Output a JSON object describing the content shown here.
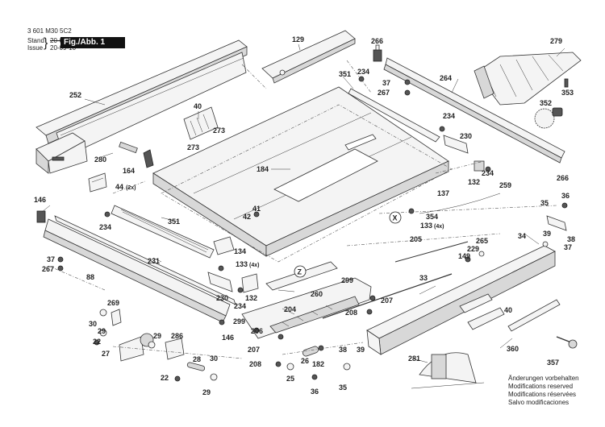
{
  "header": {
    "part_number": "3 601 M30 5C2",
    "stand_label": "Stand",
    "issue_label": "Issue",
    "stand_date": "20-06",
    "issue_date": "20-09-10",
    "figure_label": "Fig./Abb. 1"
  },
  "notes": [
    "Änderungen vorbehalten",
    "Modifications reserved",
    "Modifications réservées",
    "Salvo modificaciones"
  ],
  "callouts": {
    "c252": "252",
    "c129": "129",
    "c266a": "266",
    "c279": "279",
    "c351a": "351",
    "c234a": "234",
    "c37a": "37",
    "c267a": "267",
    "c264": "264",
    "c353": "353",
    "c352": "352",
    "c40a": "40",
    "c273a": "273",
    "c273b": "273",
    "c280": "280",
    "c164": "164",
    "c184": "184",
    "c234b": "234",
    "c230a": "230",
    "c234c": "234",
    "c132a": "132",
    "c266b": "266",
    "c44": "44",
    "c44q": "(2x)",
    "c137": "137",
    "c259": "259",
    "c146a": "146",
    "c42": "42",
    "c41": "41",
    "c351b": "351",
    "c234d": "234",
    "c354": "354",
    "c133a": "133",
    "c133aq": "(4x)",
    "c35a": "35",
    "c36a": "36",
    "c205": "205",
    "c265": "265",
    "c34": "34",
    "c39a": "39",
    "c38a": "38",
    "c37b": "37",
    "c229": "229",
    "c149": "149",
    "c134": "134",
    "c133b": "133",
    "c133bq": "(4x)",
    "c37c": "37",
    "c267b": "267",
    "c231": "231",
    "c88": "88",
    "c299a": "299",
    "c33": "33",
    "c260": "260",
    "c230b": "230",
    "c132b": "132",
    "c234e": "234",
    "c204": "204",
    "c208a": "208",
    "c207a": "207",
    "c40b": "40",
    "c269": "269",
    "c30a": "30",
    "c29a": "29",
    "c22a": "22",
    "c299b": "299",
    "c146b": "146",
    "c206": "206",
    "c29b": "29",
    "c286": "286",
    "c27": "27",
    "c207b": "207",
    "c38b": "38",
    "c39b": "39",
    "c360": "360",
    "c281": "281",
    "c357": "357",
    "c28": "28",
    "c208b": "208",
    "c26": "26",
    "c182": "182",
    "c25": "25",
    "c30b": "30",
    "c22b": "22",
    "c29c": "29",
    "c36b": "36",
    "c35b": "35",
    "circle_x": "X",
    "circle_z": "Z"
  }
}
